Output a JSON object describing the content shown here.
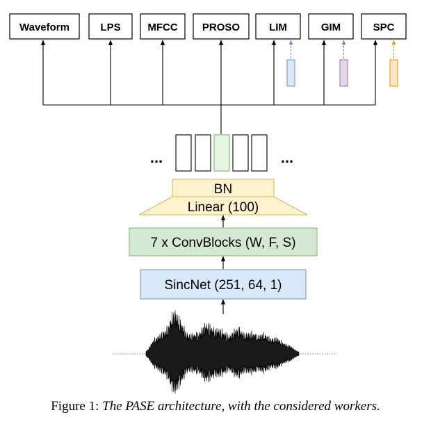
{
  "workers": [
    {
      "label": "Waveform"
    },
    {
      "label": "LPS"
    },
    {
      "label": "MFCC"
    },
    {
      "label": "PROSO"
    },
    {
      "label": "LIM"
    },
    {
      "label": "GIM"
    },
    {
      "label": "SPC"
    }
  ],
  "ellipsis_left": "...",
  "ellipsis_right": "...",
  "bn_label": "BN",
  "linear_label": "Linear (100)",
  "convblocks_label": "7 x ConvBlocks (W, F, S)",
  "sincnet_label": "SincNet (251, 64, 1)",
  "caption": {
    "prefix": "Figure 1: ",
    "text": "The PASE architecture, with the considered workers."
  },
  "colors": {
    "lim_accent": "#6c8ebf",
    "lim_fill": "#dae8fc",
    "gim_accent": "#9673a6",
    "gim_fill": "#e1d5e7",
    "spc_accent": "#d79b00",
    "spc_fill": "#ffe6cc",
    "bn_fill": "#fff2cc",
    "bn_stroke": "#d6b656",
    "conv_fill": "#d5e8d4",
    "conv_stroke": "#82b366",
    "sinc_fill": "#dae8fc",
    "sinc_stroke": "#6c8ebf",
    "highlight_frame_fill": "#e6f5e3",
    "highlight_frame_stroke": "#82b366"
  }
}
